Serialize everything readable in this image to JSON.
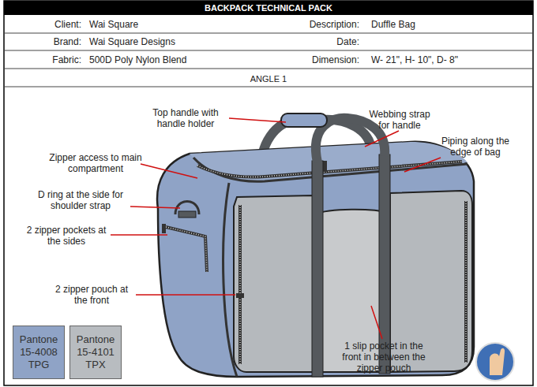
{
  "diagram": {
    "title": "BACKPACK TECHNICAL PACK",
    "labels": [
      "Client:",
      "Wai Square",
      "Description:",
      "Duffle Bag",
      "Brand:",
      "Wai Square Designs",
      "Date:",
      "Fabric:",
      "500D Poly Nylon Blend",
      "Dimension:",
      "W- 21\", H- 10\", D- 8\"",
      "ANGLE 1",
      "Top handle with handle holder",
      "Webbing strap for handle",
      "Piping along the edge of bag",
      "Zipper access to main compartment",
      "D ring at the side for shoulder strap",
      "2 zipper pockets at the sides",
      "2 zipper pouch at the front",
      "1 slip pocket in the front in between the zipper pouch"
    ],
    "legend": [
      {
        "text": "Pantone 15-4008 TPG",
        "color": "#8fa3c6"
      },
      {
        "text": "Pantone 15-4101 TPX",
        "color": "#b8bcc0"
      }
    ]
  }
}
